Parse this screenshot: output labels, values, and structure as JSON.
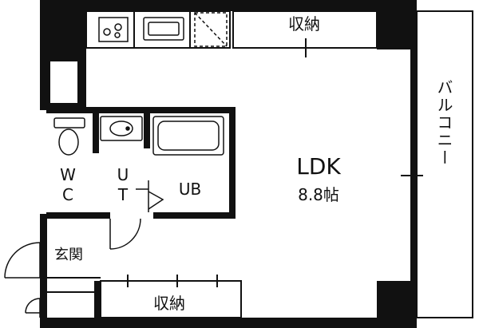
{
  "rooms": {
    "ldk_label": "LDK",
    "ldk_size": "8.8帖",
    "storage_top": "収納",
    "storage_bottom": "収納",
    "balcony": "バルコニー",
    "wc_w": "W",
    "wc_c": "C",
    "ut_u": "U",
    "ut_t": "T",
    "ub": "UB",
    "entrance": "玄関"
  },
  "colors": {
    "wall": "#111111",
    "line": "#111111",
    "background": "#ffffff"
  }
}
